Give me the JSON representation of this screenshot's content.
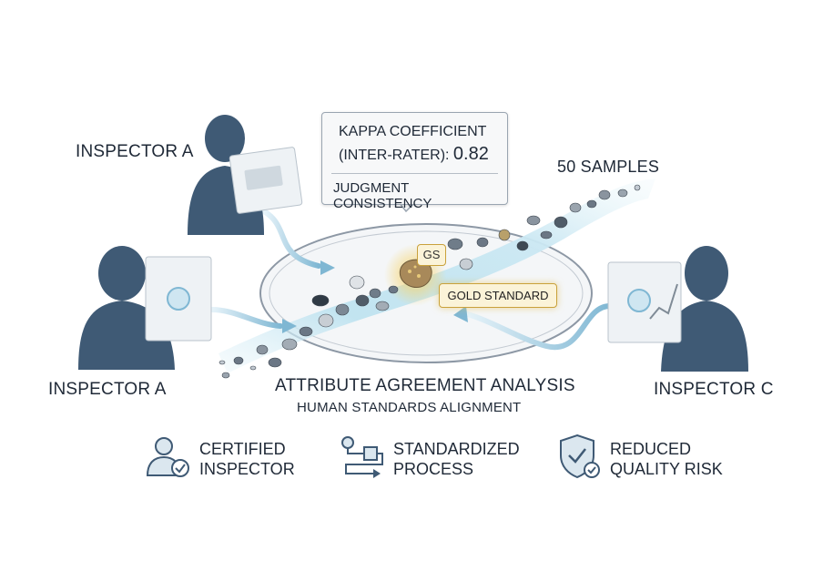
{
  "inspectors": {
    "top_left": "INSPECTOR A",
    "left": "INSPECTOR A",
    "right": "INSPECTOR C"
  },
  "kappa": {
    "label_line1": "KAPPA COEFFICIENT",
    "label_line2": "(INTER-RATER):",
    "value": "0.82",
    "caption": "JUDGMENT CONSISTENCY"
  },
  "samples_label": "50 SAMPLES",
  "gs_tag": "GS",
  "gold_standard_label": "GOLD STANDARD",
  "title": "ATTRIBUTE AGREEMENT ANALYSIS",
  "subtitle": "HUMAN STANDARDS ALIGNMENT",
  "features": [
    {
      "line1": "CERTIFIED",
      "line2": "INSPECTOR",
      "icon": "certified-inspector-icon"
    },
    {
      "line1": "STANDARDIZED",
      "line2": "PROCESS",
      "icon": "process-flow-icon"
    },
    {
      "line1": "REDUCED",
      "line2": "QUALITY RISK",
      "icon": "shield-check-icon"
    }
  ],
  "colors": {
    "silhouette": "#3f5a75",
    "stream": "#a9d6e8",
    "gold": "#c9a13b",
    "text": "#1f2937"
  }
}
